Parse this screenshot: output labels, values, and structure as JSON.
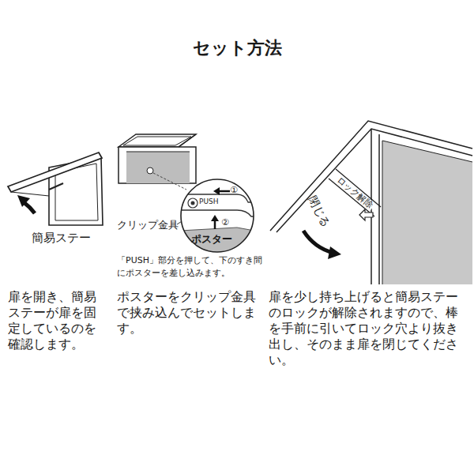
{
  "diagram": {
    "title": "セット方法",
    "nodes": [
      {
        "text": [
          "①",
          "PUSH",
          "②",
          "ポスター"
        ]
      }
    ],
    "labels": [
      "簡易ステー",
      "クリップ金具",
      "「PUSH」部分を押して、下のすき間にポスターを差し込みます。",
      "ロック解除",
      "閉じる",
      "扉を開き、簡易ステーが扉を固定しているのを確認します。",
      "ポスターをクリップ金具で挟み込んでセットします。",
      "扉を少し持ち上げると簡易ステーのロックが解除されますので、棒を手前に引いてロック穴より抜き出し、そのまま扉を閉じてください。"
    ]
  }
}
